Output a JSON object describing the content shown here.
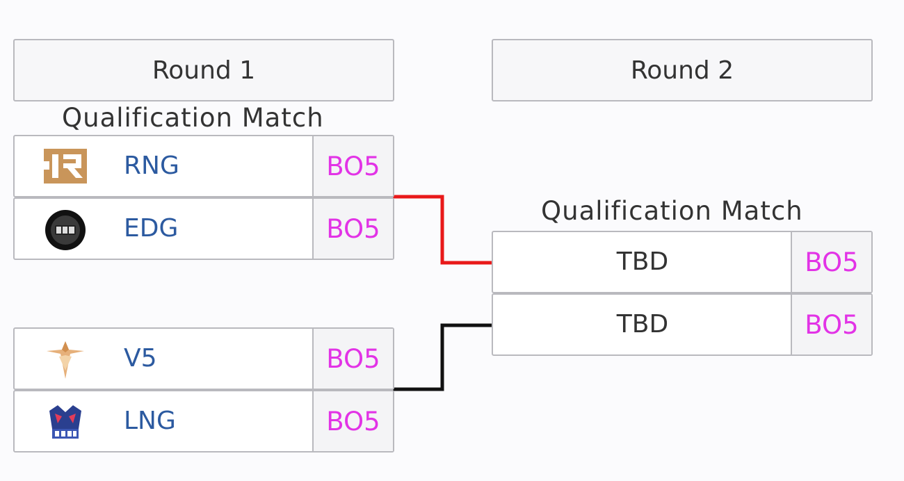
{
  "rounds": [
    {
      "label": "Round 1"
    },
    {
      "label": "Round 2"
    }
  ],
  "round1": {
    "section_title": "Qualification Match",
    "teams": [
      {
        "name": "RNG",
        "format": "BO5",
        "icon": "rng-logo-icon"
      },
      {
        "name": "EDG",
        "format": "BO5",
        "icon": "edg-logo-icon"
      },
      {
        "name": "V5",
        "format": "BO5",
        "icon": "v5-logo-icon"
      },
      {
        "name": "LNG",
        "format": "BO5",
        "icon": "lng-logo-icon"
      }
    ]
  },
  "round2": {
    "section_title": "Qualification Match",
    "slots": [
      {
        "name": "TBD",
        "format": "BO5"
      },
      {
        "name": "TBD",
        "format": "BO5"
      }
    ]
  },
  "colors": {
    "team_name": "#2c5aa0",
    "format": "#e233e6",
    "connector_top": "#e8191a",
    "connector_bottom": "#111111"
  }
}
